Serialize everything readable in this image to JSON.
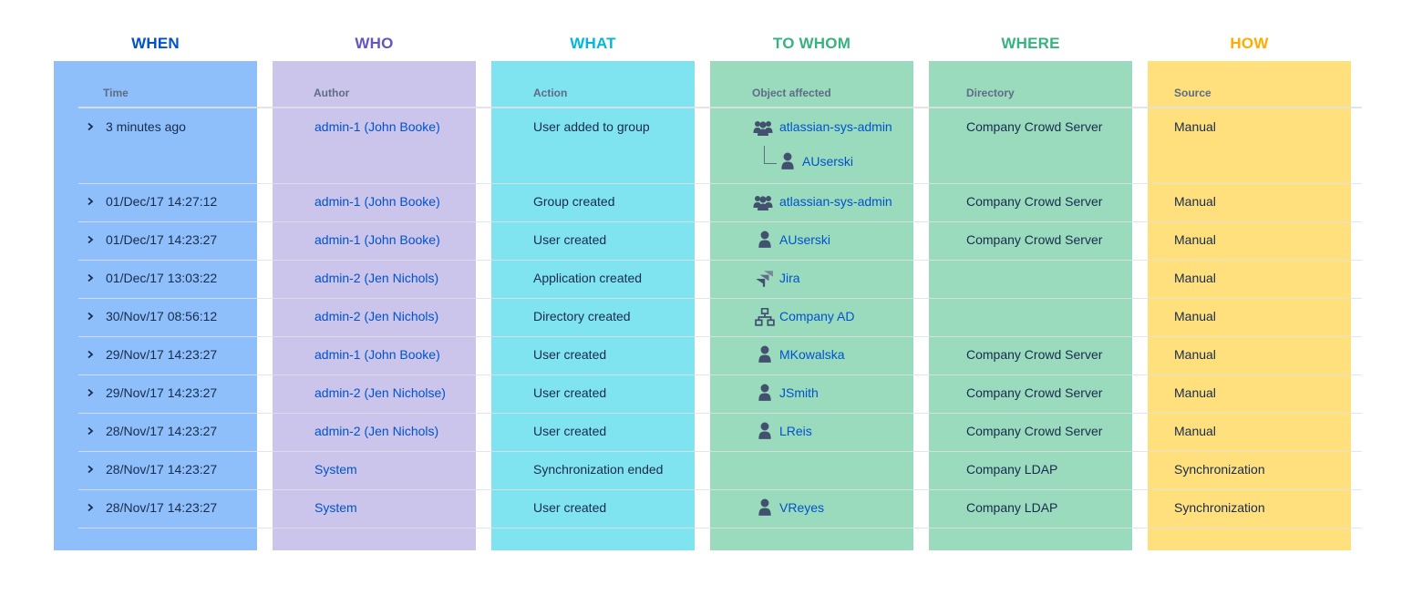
{
  "headers": {
    "when": "WHEN",
    "who": "WHO",
    "what": "WHAT",
    "to_whom": "TO WHOM",
    "where": "WHERE",
    "how": "HOW"
  },
  "columns": {
    "time": "Time",
    "author": "Author",
    "action": "Action",
    "object": "Object affected",
    "directory": "Directory",
    "source": "Source"
  },
  "colors": {
    "when": "#0052CC",
    "who": "#6554C0",
    "what": "#00B8D9",
    "to_whom": "#36B37E",
    "where": "#36B37E",
    "how": "#FFAB00",
    "when_bg": "#8FBFFA",
    "who_bg": "#CBC5EC",
    "what_bg": "#7FE3F0",
    "to_whom_bg": "#9ADBBE",
    "where_bg": "#9ADBBE",
    "how_bg": "#FFE07D"
  },
  "rows": [
    {
      "time": "3 minutes ago",
      "author": "admin-1 (John Booke)",
      "action": "User added to group",
      "object": "atlassian-sys-admin",
      "object_icon": "group-icon",
      "sub_object": "AUserski",
      "sub_object_icon": "user-icon",
      "directory": "Company Crowd Server",
      "source": "Manual"
    },
    {
      "time": "01/Dec/17 14:27:12",
      "author": "admin-1 (John Booke)",
      "action": "Group created",
      "object": "atlassian-sys-admin",
      "object_icon": "group-icon",
      "directory": "Company Crowd Server",
      "source": "Manual"
    },
    {
      "time": "01/Dec/17 14:23:27",
      "author": "admin-1 (John Booke)",
      "action": "User created",
      "object": "AUserski",
      "object_icon": "user-icon",
      "directory": "Company Crowd Server",
      "source": "Manual"
    },
    {
      "time": "01/Dec/17 13:03:22",
      "author": "admin-2 (Jen Nichols)",
      "action": "Application created",
      "object": "Jira",
      "object_icon": "jira-icon",
      "directory": "",
      "source": "Manual"
    },
    {
      "time": "30/Nov/17 08:56:12",
      "author": "admin-2 (Jen Nichols)",
      "action": "Directory created",
      "object": "Company AD",
      "object_icon": "directory-icon",
      "directory": "",
      "source": "Manual"
    },
    {
      "time": "29/Nov/17 14:23:27",
      "author": "admin-1 (John Booke)",
      "action": "User created",
      "object": "MKowalska",
      "object_icon": "user-icon",
      "directory": "Company Crowd Server",
      "source": "Manual"
    },
    {
      "time": "29/Nov/17 14:23:27",
      "author": "admin-2 (Jen Nicholse)",
      "action": "User created",
      "object": "JSmith",
      "object_icon": "user-icon",
      "directory": "Company Crowd Server",
      "source": "Manual"
    },
    {
      "time": "28/Nov/17 14:23:27",
      "author": "admin-2 (Jen Nichols)",
      "action": "User created",
      "object": "LReis",
      "object_icon": "user-icon",
      "directory": "Company Crowd Server",
      "source": "Manual"
    },
    {
      "time": "28/Nov/17 14:23:27",
      "author": "System",
      "action": "Synchronization ended",
      "object": "",
      "object_icon": "",
      "directory": "Company LDAP",
      "source": "Synchronization"
    },
    {
      "time": "28/Nov/17 14:23:27",
      "author": "System",
      "action": "User created",
      "object": "VReyes",
      "object_icon": "user-icon",
      "directory": "Company LDAP",
      "source": "Synchronization"
    }
  ]
}
